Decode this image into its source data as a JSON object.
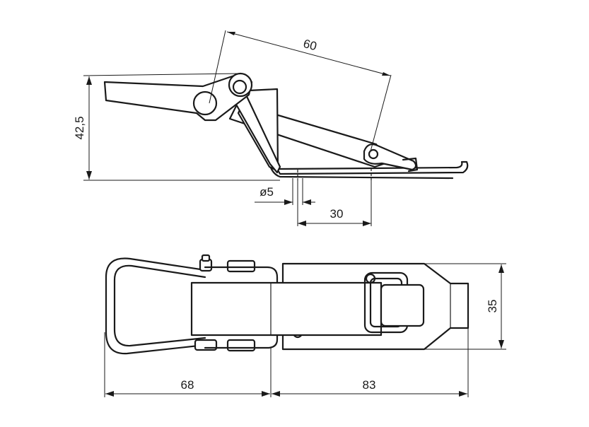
{
  "drawing": {
    "side_view": {
      "dim_length": "60",
      "dim_height": "42,5",
      "dim_hole": "ø5",
      "dim_spacing": "30"
    },
    "top_view": {
      "dim_left": "68",
      "dim_right": "83",
      "dim_width": "35"
    }
  }
}
